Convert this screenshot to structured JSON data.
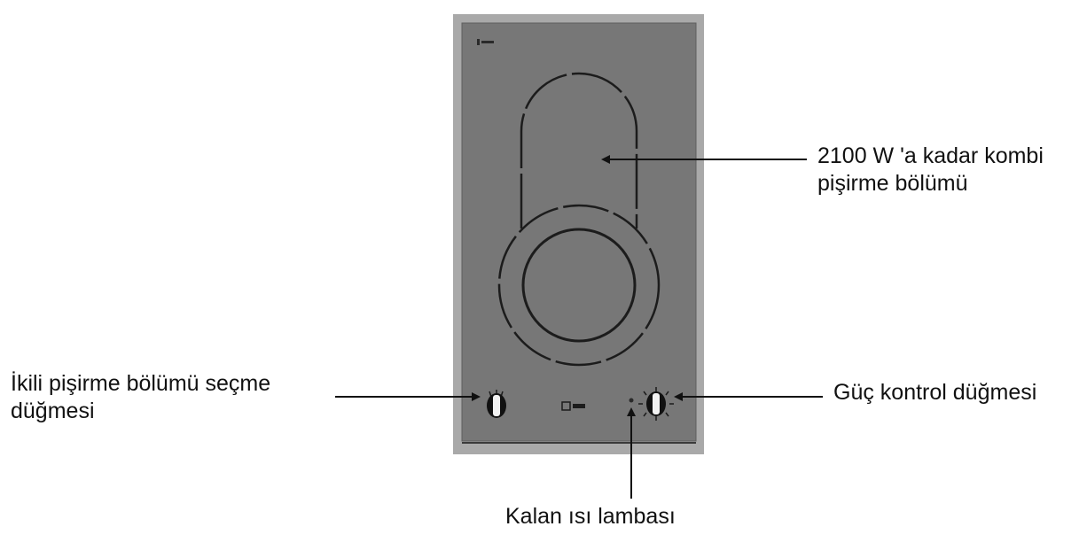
{
  "labels": {
    "cooking_zone": [
      "2100 W 'a kadar kombi",
      "pişirme bölümü"
    ],
    "dual_zone_selector": [
      "İkili pişirme bölümü seçme",
      "düğmesi"
    ],
    "power_control": "Güç kontrol düğmesi",
    "residual_heat_lamp": "Kalan ısı lambası"
  },
  "colors": {
    "panel_frame": "#a9a9a9",
    "panel_glass": "#777777",
    "panel_lines": "#1c1c1c",
    "arrows": "#111111",
    "knob_body": "#f2f2f2",
    "knob_dark": "#111111"
  },
  "icons": {
    "left_knob": "rotary-knob-icon",
    "right_knob": "rotary-knob-icon",
    "brand_logo": "brand-logo-icon",
    "top_mark": "model-mark-icon"
  }
}
